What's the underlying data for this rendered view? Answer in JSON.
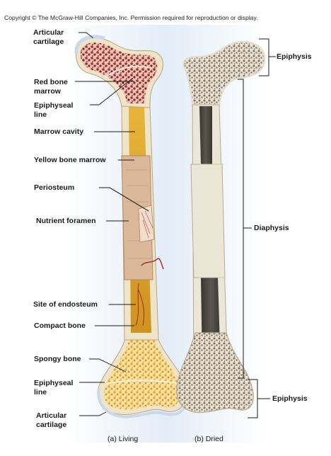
{
  "copyright": "Copyright © The McGraw-Hill Companies, Inc. Permission required for reproduction or display.",
  "labels_left": {
    "articular_cartilage_top": "Articular\ncartilage",
    "red_bone_marrow": "Red bone\nmarrow",
    "epiphyseal_line_top": "Epiphyseal\nline",
    "marrow_cavity": "Marrow cavity",
    "yellow_bone_marrow": "Yellow bone marrow",
    "periosteum": "Periosteum",
    "nutrient_foramen": "Nutrient foramen",
    "site_of_endosteum": "Site of endosteum",
    "compact_bone": "Compact bone",
    "spongy_bone": "Spongy bone",
    "epiphyseal_line_bottom": "Epiphyseal\nline",
    "articular_cartilage_bottom": "Articular\ncartilage"
  },
  "labels_right": {
    "epiphysis_top": "Epiphysis",
    "diaphysis": "Diaphysis",
    "epiphysis_bottom": "Epiphysis"
  },
  "captions": {
    "living": "(a) Living",
    "dried": "(b) Dried"
  },
  "colors": {
    "red_marrow": "#9e2a2a",
    "yellow_marrow": "#e8b23a",
    "compact_bone": "#efe4c8",
    "periosteum": "#dcb89a",
    "dried_bone": "#ece6d6",
    "dried_spongy": "#8a7c6c",
    "cartilage": "#c9d8ea"
  }
}
